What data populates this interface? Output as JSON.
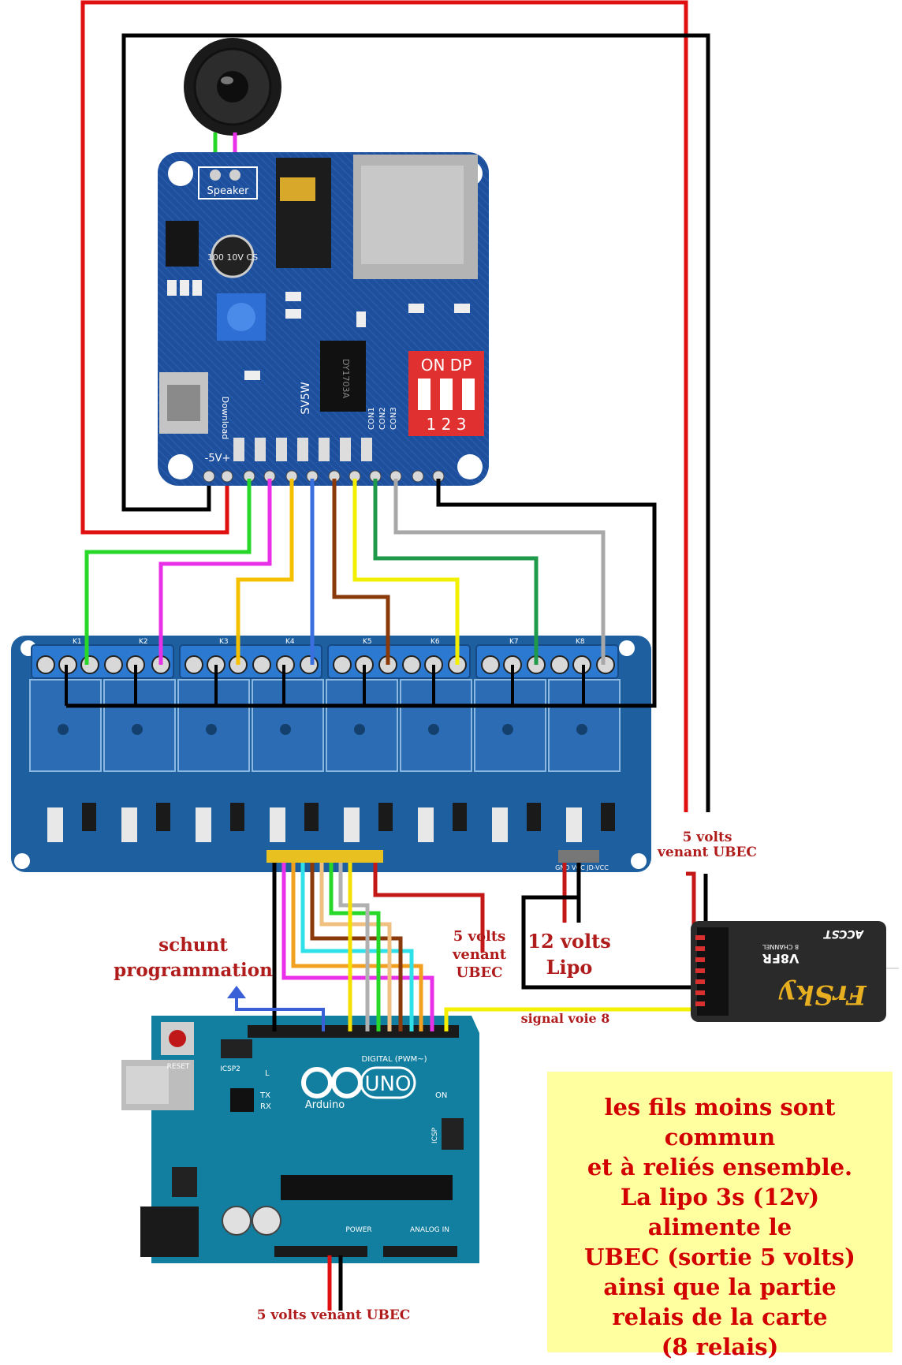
{
  "mp3_module": {
    "speaker_label": "Speaker",
    "capacitor_text": "100 10V CS",
    "chip_text": "DY1703A",
    "dip_label": "ON DP",
    "dip_numbers": "1 2 3",
    "con_labels": [
      "CON1",
      "CON2",
      "CON3"
    ],
    "download_label": "Download",
    "power_label": "-5V+",
    "model_label": "SV5W"
  },
  "relay_board": {
    "relay_labels": [
      "K1",
      "K2",
      "K3",
      "K4",
      "K5",
      "K6",
      "K7",
      "K8"
    ],
    "jd_label": "GND VCC JD-VCC"
  },
  "arduino": {
    "logo": "UNO",
    "brand": "Arduino",
    "digital_label": "DIGITAL (PWM~)",
    "power_label": "POWER",
    "analog_label": "ANALOG IN",
    "reset_label": "RESET",
    "icsp2_label": "ICSP2",
    "icsp_label": "ICSP",
    "on_label": "ON",
    "tx_label": "TX",
    "rx_label": "RX",
    "l_label": "L"
  },
  "receiver": {
    "brand": "FrSky",
    "model": "V8FR",
    "subtitle": "8 CHANNEL",
    "accst": "ACCST"
  },
  "labels": {
    "ubec_top": [
      "5 volts",
      "venant UBEC"
    ],
    "ubec_mid": [
      "5 volts",
      "venant",
      "UBEC"
    ],
    "lipo": [
      "12 volts",
      "Lipo"
    ],
    "schunt": [
      "schunt",
      "programmation"
    ],
    "signal": "signal voie 8",
    "ubec_bottom": "5 volts venant UBEC"
  },
  "note": [
    "les fils moins sont commun",
    "et à reliés ensemble.",
    "La lipo 3s (12v)",
    "alimente le",
    "UBEC (sortie 5 volts)",
    "ainsi que la partie",
    "relais de la carte",
    "(8 relais)"
  ],
  "colors": {
    "power_wire": "#e01010",
    "ground_wire": "#000000",
    "pcb_blue": "#1f55a8",
    "relay_blue": "#1e5fa0",
    "arduino_teal": "#137fa0",
    "note_background": "#ffffa0"
  }
}
